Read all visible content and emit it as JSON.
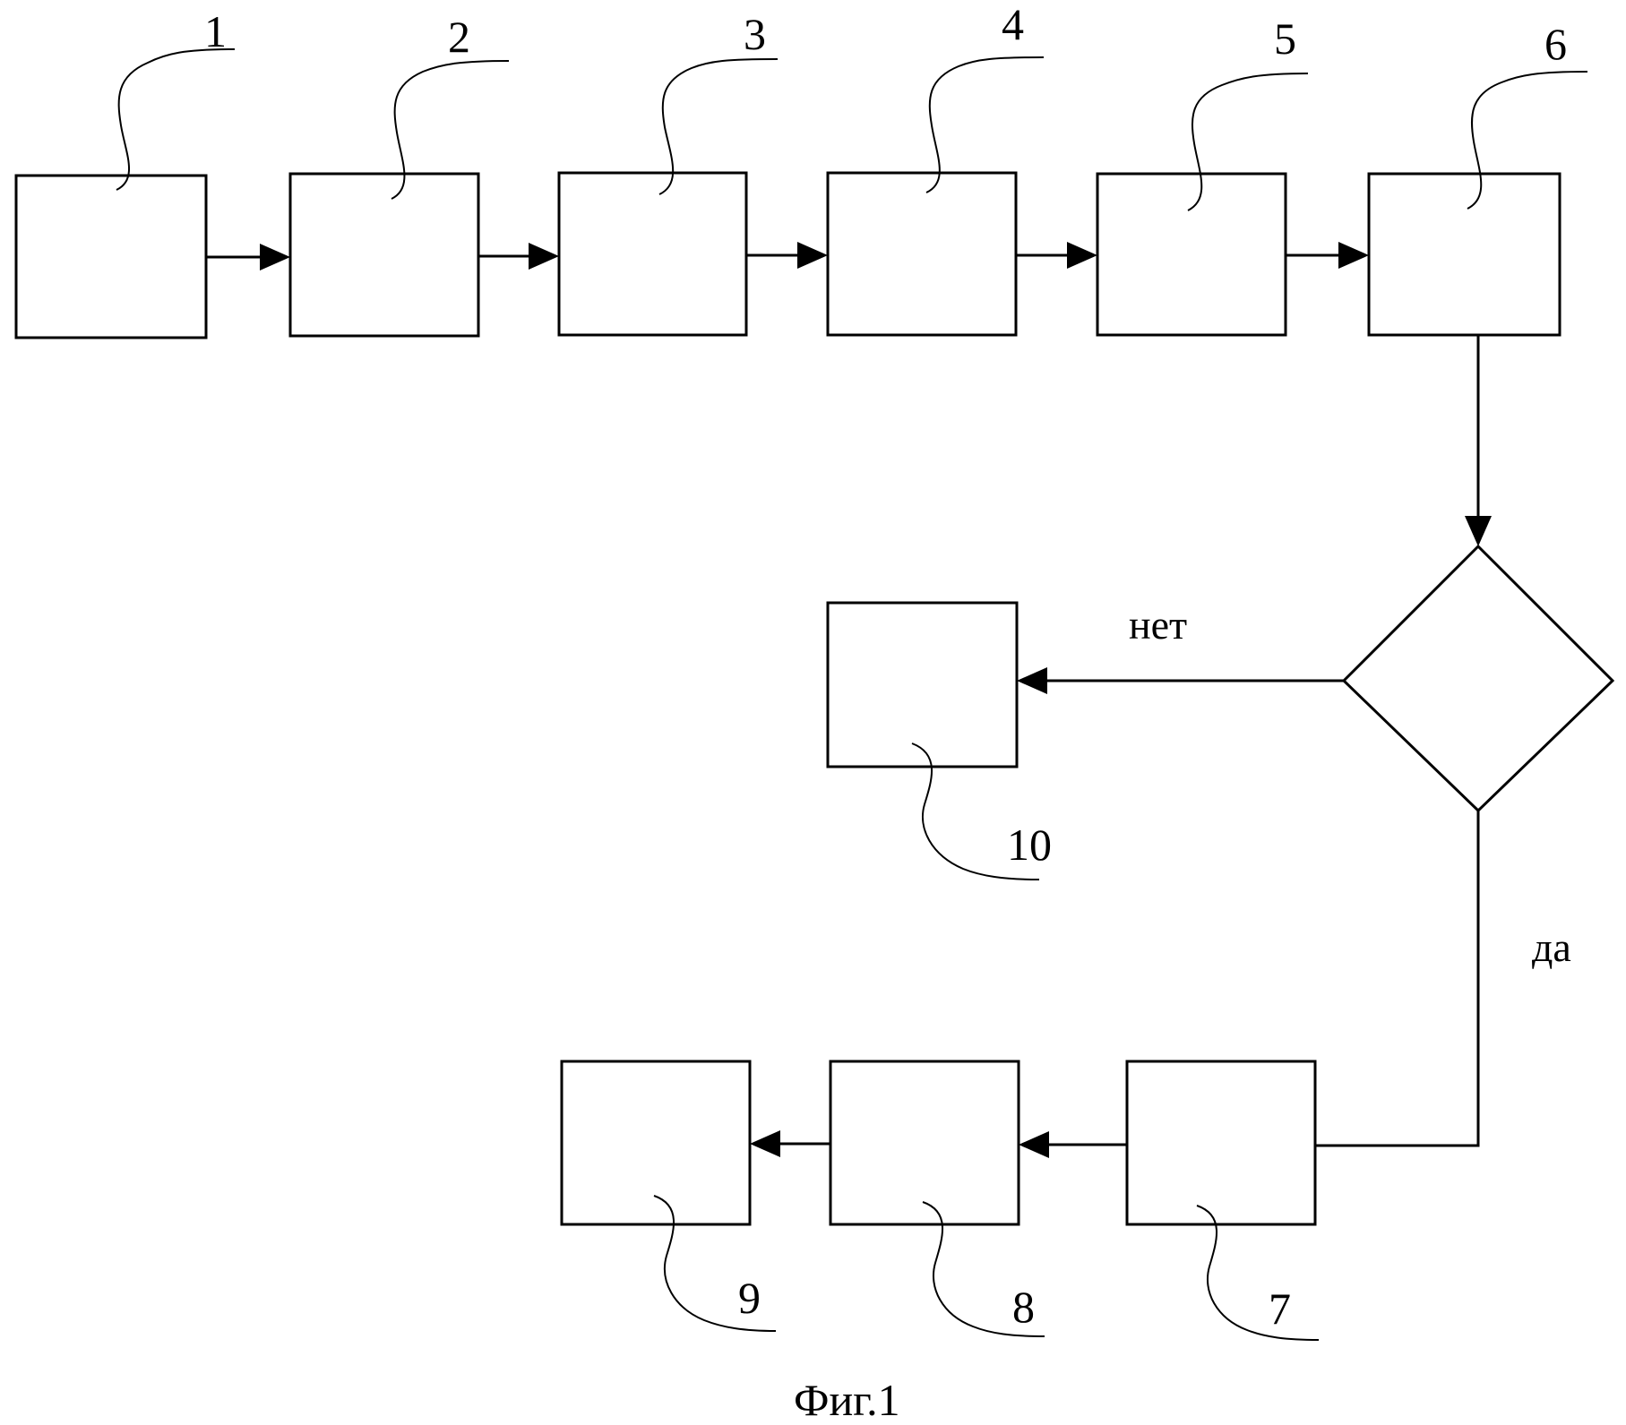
{
  "diagram": {
    "blocks": [
      {
        "id": "1",
        "label": "1"
      },
      {
        "id": "2",
        "label": "2"
      },
      {
        "id": "3",
        "label": "3"
      },
      {
        "id": "4",
        "label": "4"
      },
      {
        "id": "5",
        "label": "5"
      },
      {
        "id": "6",
        "label": "6"
      },
      {
        "id": "7",
        "label": "7"
      },
      {
        "id": "8",
        "label": "8"
      },
      {
        "id": "9",
        "label": "9"
      },
      {
        "id": "10",
        "label": "10"
      }
    ],
    "decision": {
      "no_label": "нет",
      "yes_label": "да"
    },
    "edges": [
      {
        "from": "1",
        "to": "2"
      },
      {
        "from": "2",
        "to": "3"
      },
      {
        "from": "3",
        "to": "4"
      },
      {
        "from": "4",
        "to": "5"
      },
      {
        "from": "5",
        "to": "6"
      },
      {
        "from": "6",
        "to": "decision"
      },
      {
        "from": "decision",
        "to": "10",
        "label": "нет"
      },
      {
        "from": "decision",
        "to": "7",
        "label": "да"
      },
      {
        "from": "7",
        "to": "8"
      },
      {
        "from": "8",
        "to": "9"
      }
    ],
    "caption": "Фиг.1"
  }
}
